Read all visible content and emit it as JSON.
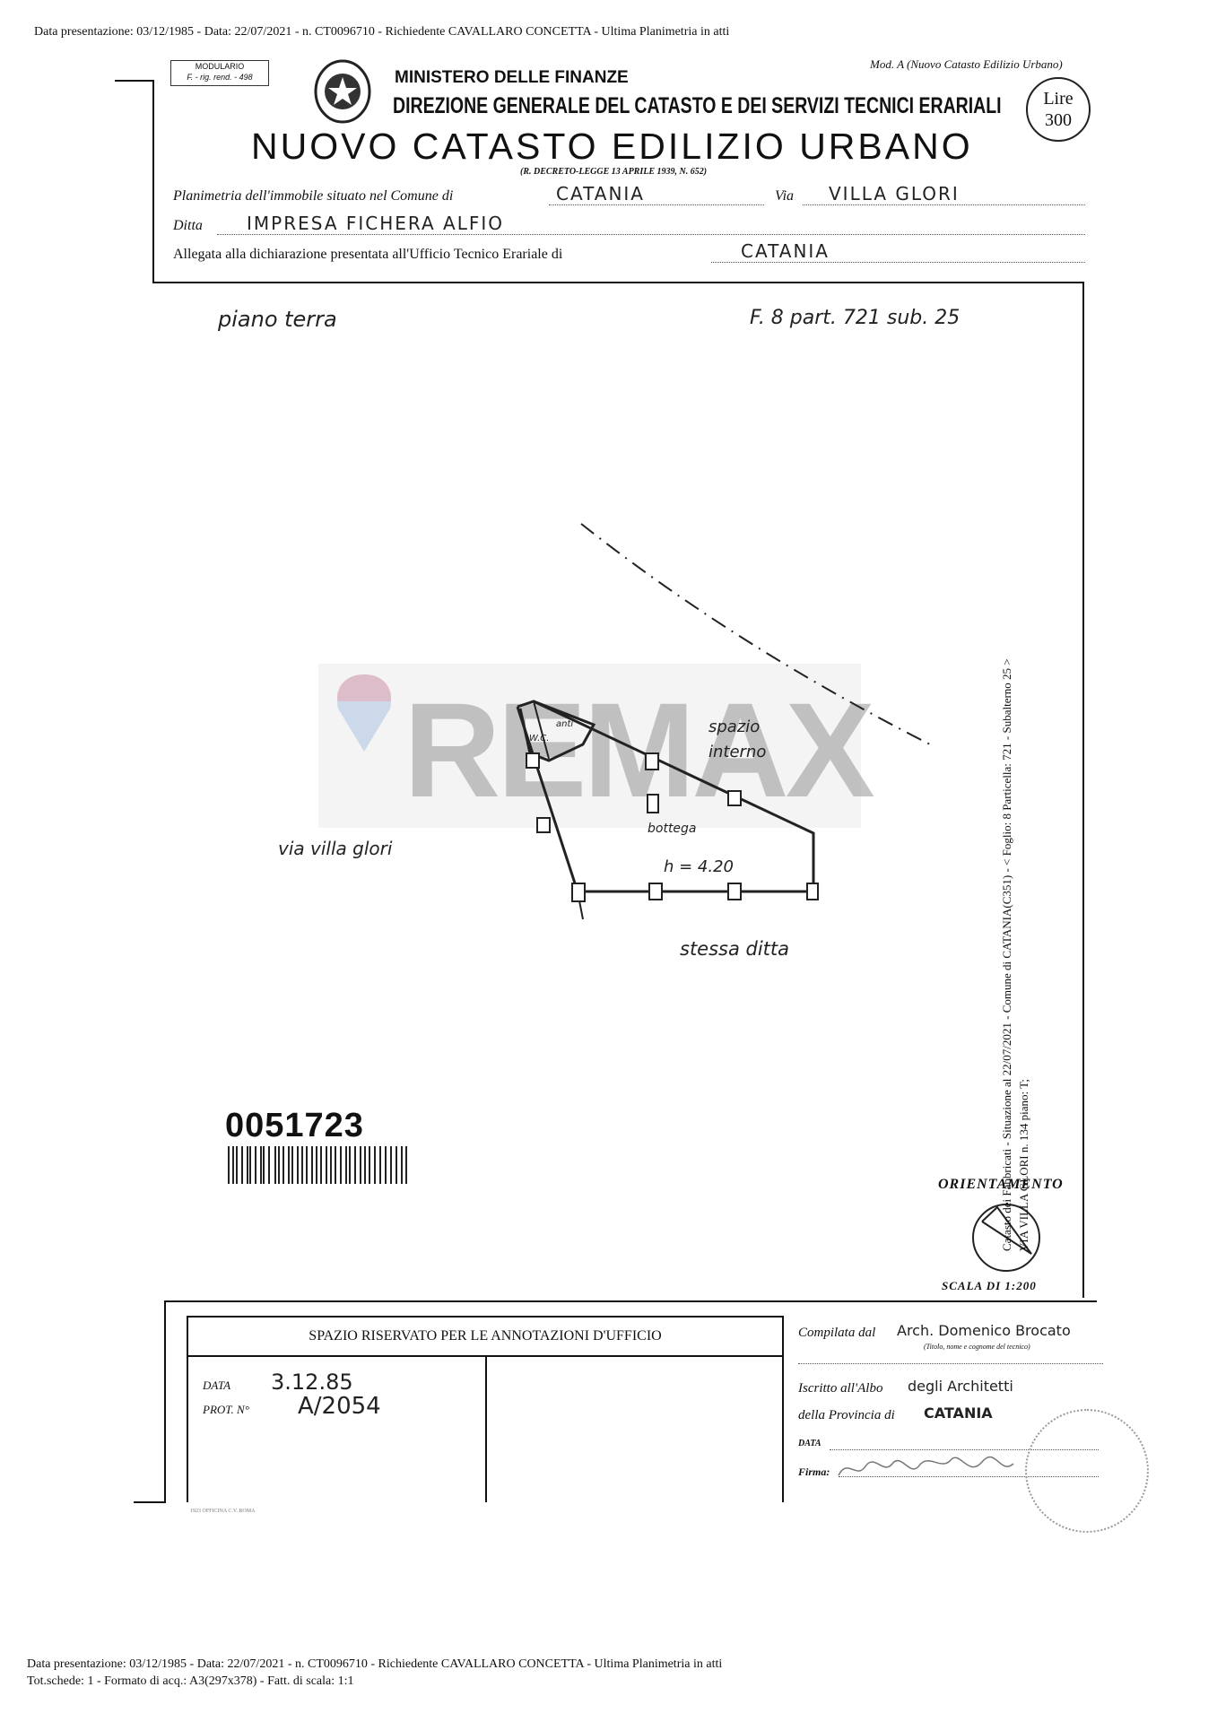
{
  "top_header": "Data presentazione: 03/12/1985 - Data: 22/07/2021 - n. CT0096710 - Richiedente CAVALLARO CONCETTA - Ultima Planimetria in atti",
  "form": {
    "modulario_line1": "MODULARIO",
    "modulario_line2": "F. - rig. rend. - 498",
    "mod_a": "Mod. A (Nuovo Catasto Edilizio Urbano)",
    "ministry": "MINISTERO DELLE FINANZE",
    "direction": "DIREZIONE GENERALE DEL CATASTO E DEI SERVIZI TECNICI ERARIALI",
    "title": "NUOVO CATASTO EDILIZIO URBANO",
    "decree": "(R. DECRETO-LEGGE 13 APRILE 1939, N. 652)",
    "lire_label": "Lire",
    "lire_value": "300",
    "comune_label": "Planimetria dell'immobile situato nel Comune di",
    "comune_value": "CATANIA",
    "via_label": "Via",
    "via_value": "VILLA GLORI",
    "ditta_label": "Ditta",
    "ditta_value": "IMPRESA FICHERA ALFIO",
    "allegata_label": "Allegata alla dichiarazione presentata all'Ufficio Tecnico Erariale di",
    "allegata_value": "CATANIA"
  },
  "plan": {
    "floor": "piano terra",
    "reference": "F. 8 part. 721 sub. 25",
    "spazio": "spazio",
    "interno": "interno",
    "wc": "W.C.",
    "anti": "anti",
    "bottega": "bottega",
    "height": "h = 4.20",
    "street": "via villa glori",
    "stessa_ditta": "stessa ditta",
    "watermark": "REMAX",
    "barcode_number": "0051723",
    "vertical_text_line1": "Catasto dei Fabbricati - Situazione al 22/07/2021 - Comune di CATANIA(C351) - < Foglio: 8 Particella: 721 - Subalterno 25 >",
    "vertical_text_line2": "VIA VILLA GLORI n. 134 piano: T;",
    "orientamento": "ORIENTAMENTO",
    "scala": "SCALA DI 1:200"
  },
  "office": {
    "title": "SPAZIO RISERVATO PER LE ANNOTAZIONI D'UFFICIO",
    "data_label": "DATA",
    "data_value": "3.12.85",
    "prot_label": "PROT. N°",
    "prot_value": "A/2054",
    "printer": "1923 OFFICINA C.V. ROMA"
  },
  "compiler": {
    "compilata_label": "Compilata dal",
    "compilata_value": "Arch. Domenico Brocato",
    "compilata_note": "(Titolo, nome e cognome del tecnico)",
    "iscritto_label": "Iscritto all'Albo",
    "iscritto_value": "degli Architetti",
    "provincia_label": "della Provincia di",
    "provincia_value": "CATANIA",
    "data_label": "DATA",
    "firma_label": "Firma:"
  },
  "footer": {
    "line1": "Data presentazione: 03/12/1985 - Data: 22/07/2021 - n. CT0096710 - Richiedente CAVALLARO CONCETTA - Ultima Planimetria in atti",
    "line2": "Tot.schede: 1 - Formato di acq.: A3(297x378) - Fatt. di scala: 1:1"
  }
}
